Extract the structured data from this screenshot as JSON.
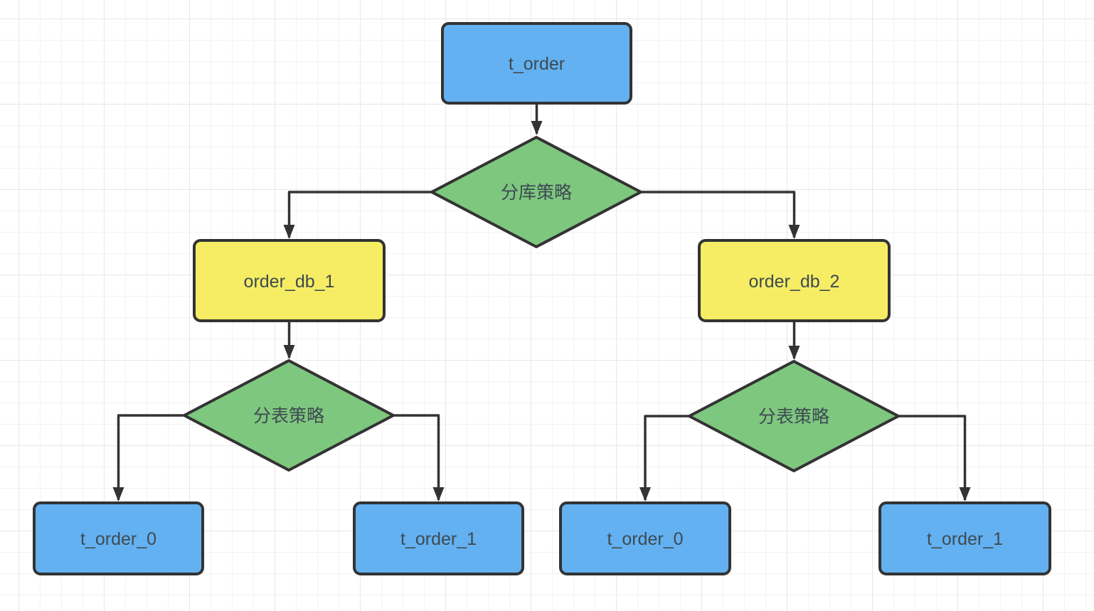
{
  "diagram": {
    "type": "flowchart",
    "nodes": {
      "t_order": {
        "label": "t_order",
        "shape": "rectangle",
        "color": "#63b1f1"
      },
      "db_strategy": {
        "label": "分库策略",
        "shape": "diamond",
        "color": "#7ec77f"
      },
      "order_db_1": {
        "label": "order_db_1",
        "shape": "rectangle",
        "color": "#f6ed64"
      },
      "order_db_2": {
        "label": "order_db_2",
        "shape": "rectangle",
        "color": "#f6ed64"
      },
      "table_strategy_left": {
        "label": "分表策略",
        "shape": "diamond",
        "color": "#7ec77f"
      },
      "table_strategy_right": {
        "label": "分表策略",
        "shape": "diamond",
        "color": "#7ec77f"
      },
      "t_order_0_left": {
        "label": "t_order_0",
        "shape": "rectangle",
        "color": "#63b1f1"
      },
      "t_order_1_left": {
        "label": "t_order_1",
        "shape": "rectangle",
        "color": "#63b1f1"
      },
      "t_order_0_right": {
        "label": "t_order_0",
        "shape": "rectangle",
        "color": "#63b1f1"
      },
      "t_order_1_right": {
        "label": "t_order_1",
        "shape": "rectangle",
        "color": "#63b1f1"
      }
    },
    "edges": [
      {
        "from": "t_order",
        "to": "db_strategy"
      },
      {
        "from": "db_strategy",
        "to": "order_db_1"
      },
      {
        "from": "db_strategy",
        "to": "order_db_2"
      },
      {
        "from": "order_db_1",
        "to": "table_strategy_left"
      },
      {
        "from": "order_db_2",
        "to": "table_strategy_right"
      },
      {
        "from": "table_strategy_left",
        "to": "t_order_0_left"
      },
      {
        "from": "table_strategy_left",
        "to": "t_order_1_left"
      },
      {
        "from": "table_strategy_right",
        "to": "t_order_0_right"
      },
      {
        "from": "table_strategy_right",
        "to": "t_order_1_right"
      }
    ],
    "colors": {
      "node_blue": "#63b1f1",
      "node_yellow": "#f6ed64",
      "node_green": "#7ec77f",
      "stroke": "#333333",
      "label_text": "#3e4a52",
      "grid_minor": "#f3f3f3",
      "grid_major": "#e7e7e7",
      "background": "#ffffff"
    }
  }
}
